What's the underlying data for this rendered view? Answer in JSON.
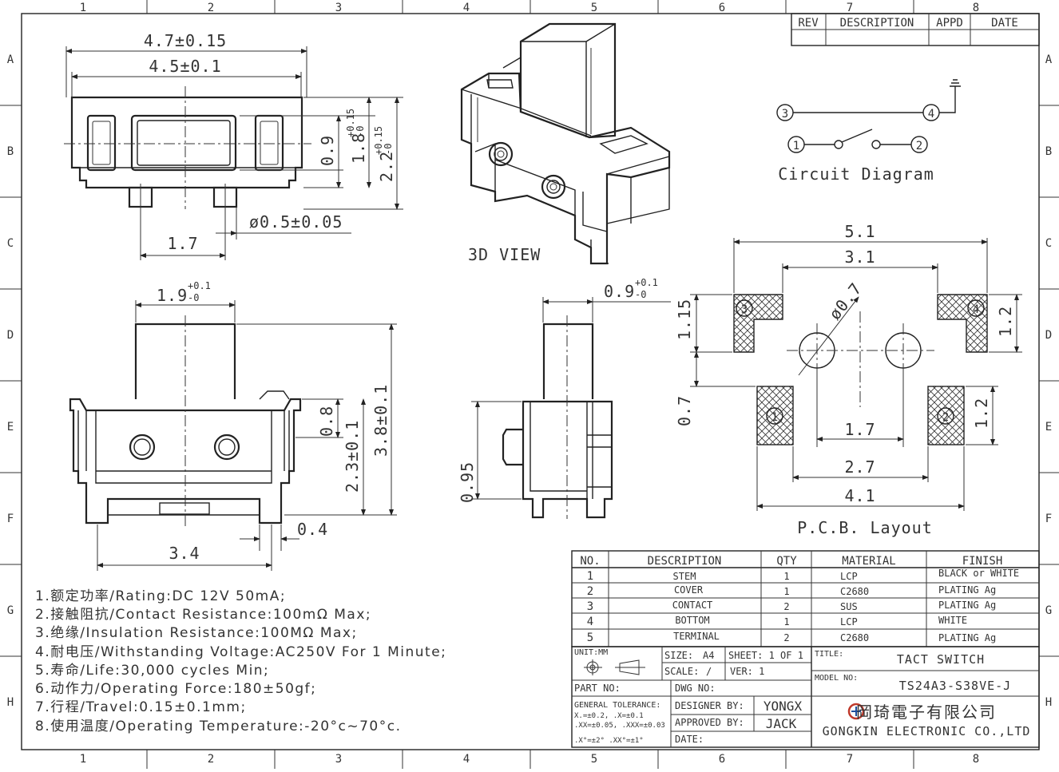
{
  "border": {
    "columns": [
      "1",
      "2",
      "3",
      "4",
      "5",
      "6",
      "7",
      "8"
    ],
    "rows": [
      "A",
      "B",
      "C",
      "D",
      "E",
      "F",
      "G",
      "H"
    ]
  },
  "revision_table": {
    "headers": [
      "REV",
      "DESCRIPTION",
      "APPD",
      "DATE"
    ]
  },
  "top_view": {
    "dim_outer_width": "4.7±0.15",
    "dim_inner_width": "4.5±0.1",
    "dim_inner_height": "0.9",
    "dim_height_a": "1.8",
    "dim_height_a_tol_up": "+0.15",
    "dim_height_a_tol_dn": "-0",
    "dim_height_b": "2.2",
    "dim_height_b_tol_up": "+0.15",
    "dim_height_b_tol_dn": "-0",
    "dim_pin_pitch": "1.7",
    "dim_pin_dia": "ø0.5±0.05"
  },
  "iso_view": {
    "label": "3D VIEW"
  },
  "circuit": {
    "label": "Circuit Diagram",
    "node1": "1",
    "node2": "2",
    "node3": "3",
    "node4": "4"
  },
  "pcb": {
    "label": "P.C.B. Layout",
    "dim_outer": "5.1",
    "dim_inner": "3.1",
    "dim_hole": "ø0.7",
    "dim_pad_h_left": "1.15",
    "dim_pad_h_right": "1.2",
    "dim_gap": "0.7",
    "dim_pad_lower": "1.2",
    "dim_hole_pitch": "1.7",
    "dim_pad_inner": "2.7",
    "dim_pad_outer": "4.1",
    "pad1": "1",
    "pad2": "2",
    "pad3": "3",
    "pad4": "4"
  },
  "front_view": {
    "dim_stem_width": "1.9",
    "dim_stem_tol_up": "+0.1",
    "dim_stem_tol_dn": "-0",
    "dim_body_height": "2.3±0.1",
    "dim_total_height": "3.8±0.1",
    "dim_stem_step": "0.8",
    "dim_width": "3.4",
    "dim_pin": "0.4"
  },
  "side_view": {
    "dim_stem": "0.9",
    "dim_stem_tol_up": "+0.1",
    "dim_stem_tol_dn": "-0",
    "dim_offset": "0.95"
  },
  "notes": [
    "1.额定功率/Rating:DC 12V 50mA;",
    "2.接触阻抗/Contact Resistance:100mΩ Max;",
    "3.绝缘/Insulation Resistance:100MΩ Max;",
    "4.耐电压/Withstanding Voltage:AC250V For 1 Minute;",
    "5.寿命/Life:30,000 cycles Min;",
    "6.动作力/Operating Force:180±50gf;",
    "7.行程/Travel:0.15±0.1mm;",
    "8.使用温度/Operating Temperature:-20°c~70°c."
  ],
  "bom": {
    "headers": [
      "NO.",
      "DESCRIPTION",
      "QTY",
      "MATERIAL",
      "FINISH"
    ],
    "rows": [
      {
        "no": "1",
        "desc": "STEM",
        "qty": "1",
        "material": "LCP",
        "finish": "BLACK or WHITE"
      },
      {
        "no": "2",
        "desc": "COVER",
        "qty": "1",
        "material": "C2680",
        "finish": "PLATING Ag"
      },
      {
        "no": "3",
        "desc": "CONTACT",
        "qty": "2",
        "material": "SUS",
        "finish": "PLATING Ag"
      },
      {
        "no": "4",
        "desc": "BOTTOM",
        "qty": "1",
        "material": "LCP",
        "finish": "WHITE"
      },
      {
        "no": "5",
        "desc": "TERMINAL",
        "qty": "2",
        "material": "C2680",
        "finish": "PLATING Ag"
      }
    ]
  },
  "title_block": {
    "unit_label": "UNIT:MM",
    "size_label": "SIZE:",
    "size_value": "A4",
    "sheet_label": "SHEET: 1 OF 1",
    "scale_label": "SCALE:",
    "scale_value": "/",
    "ver_label": "VER: 1",
    "title_label": "TITLE:",
    "title_value": "TACT SWITCH",
    "model_label": "MODEL NO:",
    "model_value": "TS24A3-S38VE-J",
    "part_label": "PART NO:",
    "dwg_label": "DWG NO:",
    "tol_label": "GENERAL TOLERANCE:",
    "tol_line1": "X.=±0.2,   .X=±0.1",
    "tol_line2": ".XX=±0.05, .XXX=±0.03",
    "tol_line3": ".X°=±2°  .XX°=±1°",
    "designer_label": "DESIGNER BY:",
    "designer_value": "YONGX",
    "approved_label": "APPROVED BY:",
    "approved_value": "JACK",
    "date_label": "DATE:",
    "company_cn": "岡琦電子有限公司",
    "company_en": "GONGKIN ELECTRONIC CO.,LTD"
  }
}
